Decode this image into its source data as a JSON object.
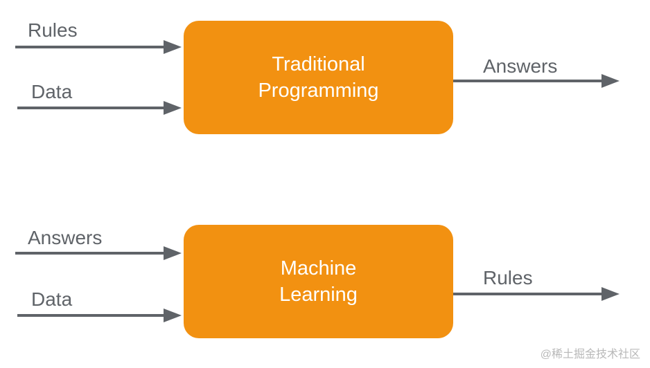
{
  "colors": {
    "box_fill": "#F29111",
    "arrow": "#5f6368",
    "label_text": "#5f6368",
    "box_text": "#ffffff"
  },
  "top_diagram": {
    "box_line1": "Traditional",
    "box_line2": "Programming",
    "input1": "Rules",
    "input2": "Data",
    "output": "Answers"
  },
  "bottom_diagram": {
    "box_line1": "Machine",
    "box_line2": "Learning",
    "input1": "Answers",
    "input2": "Data",
    "output": "Rules"
  },
  "watermark": "@稀土掘金技术社区"
}
